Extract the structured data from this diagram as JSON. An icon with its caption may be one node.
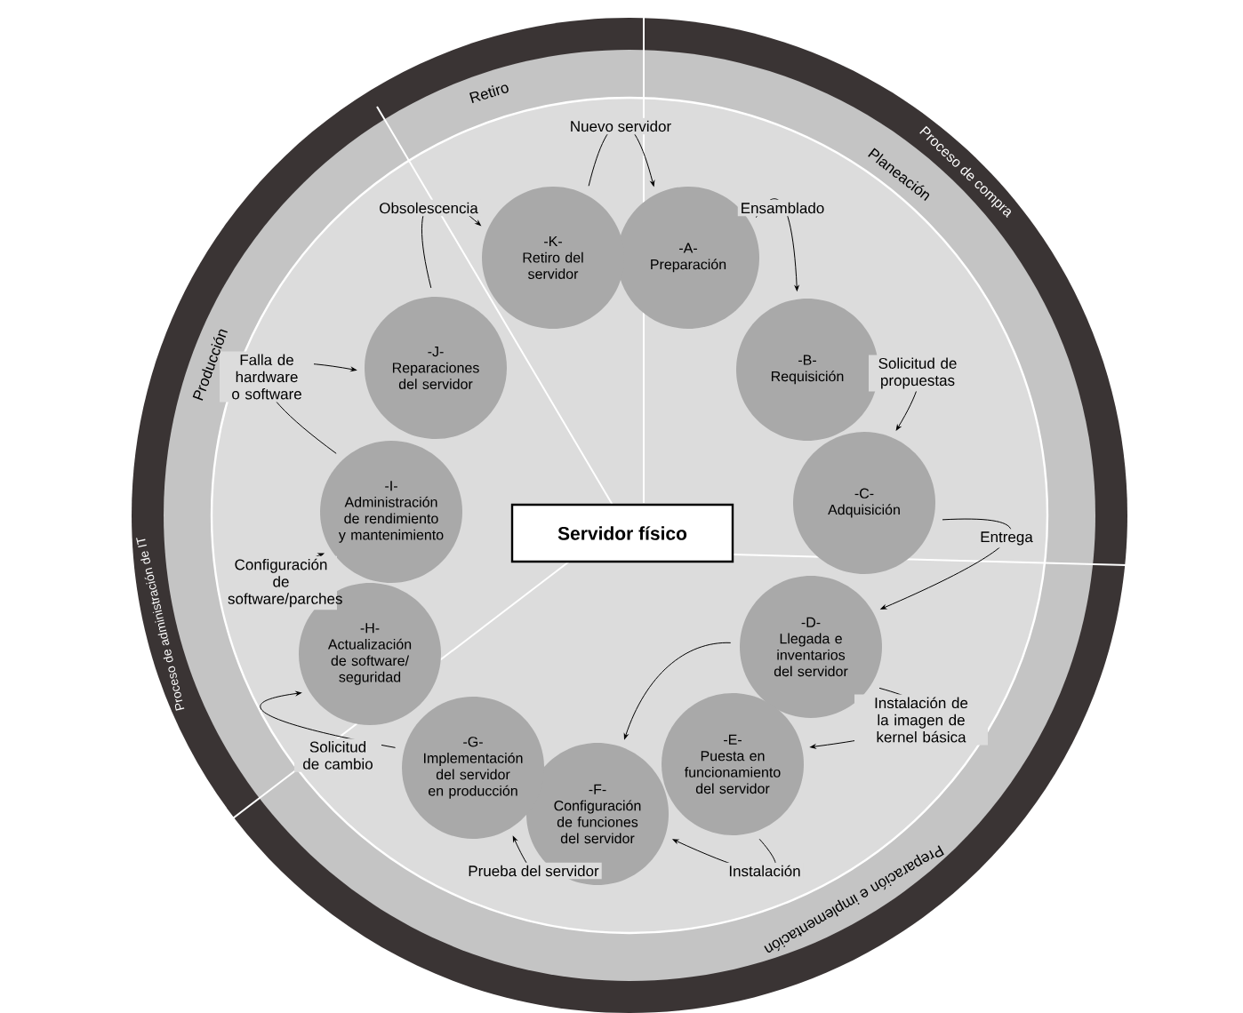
{
  "diagram": {
    "nodes": [
      {
        "text": [
          "-A-",
          "Preparación"
        ]
      },
      {
        "text": [
          "-B-",
          "Requisición"
        ]
      },
      {
        "text": [
          "-C-",
          "Adquisición"
        ]
      },
      {
        "text": [
          "-D-",
          "Llegada e inventarios del servidor"
        ]
      },
      {
        "text": [
          "-E-",
          "Puesta en funcionamiento del servidor"
        ]
      },
      {
        "text": [
          "-F-",
          "Configuración de funciones del servidor"
        ]
      },
      {
        "text": [
          "-G-",
          "Implementación del servidor en producción"
        ]
      },
      {
        "text": [
          "-H-",
          "Actualización de software/ seguridad"
        ]
      },
      {
        "text": [
          "-I-",
          "Administración de rendimiento y mantenimiento"
        ]
      },
      {
        "text": [
          "-J-",
          "Reparaciones del servidor"
        ]
      },
      {
        "text": [
          "-K-",
          "Retiro del servidor"
        ]
      },
      {
        "text": [
          "Servidor físico"
        ]
      }
    ],
    "edges": [
      {
        "from": 10,
        "to": 0,
        "arrow": "to",
        "label": "Nuevo servidor"
      },
      {
        "from": 0,
        "to": 1,
        "arrow": "to",
        "label": "Ensamblado"
      },
      {
        "from": 1,
        "to": 2,
        "arrow": "to",
        "label": "Solicitud de propuestas"
      },
      {
        "from": 2,
        "to": 3,
        "arrow": "to",
        "label": "Entrega"
      },
      {
        "from": 3,
        "to": 4,
        "arrow": "to",
        "label": "Instalación de la imagen de kernel básica"
      },
      {
        "from": 4,
        "to": 5,
        "arrow": "to",
        "label": "Instalación"
      },
      {
        "from": 5,
        "to": 6,
        "arrow": "to",
        "label": "Prueba del servidor"
      },
      {
        "from": 6,
        "to": 7,
        "arrow": "to",
        "label": "Solicitud de cambio"
      },
      {
        "from": 7,
        "to": 8,
        "arrow": "to",
        "label": "Configuración de software/parches"
      },
      {
        "from": 8,
        "to": 9,
        "arrow": "to",
        "label": "Falla de hardware o software"
      },
      {
        "from": 9,
        "to": 10,
        "arrow": "to",
        "label": "Obsolescencia"
      },
      {
        "from": 3,
        "to": 5,
        "arrow": "to"
      }
    ],
    "labels": [
      "Retiro",
      "Proceso de compra",
      "Planeación",
      "Producción",
      "Proceso de administración de IT",
      "Preparación e implementación"
    ]
  }
}
